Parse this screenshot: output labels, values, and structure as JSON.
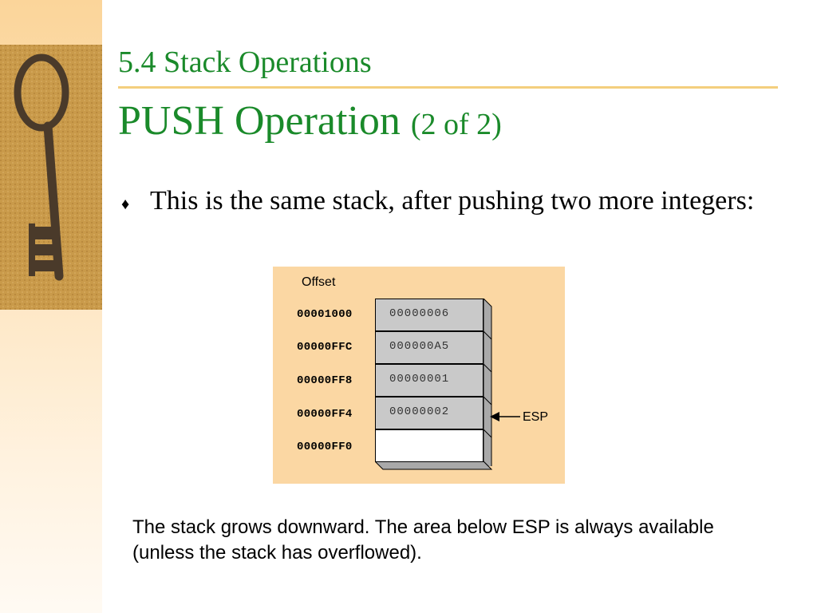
{
  "slide": {
    "subtitle": "5.4 Stack Operations",
    "title_main": "PUSH Operation",
    "title_part": "(2 of 2)",
    "bullet_mark": "♦",
    "bullet_text": "This is the same stack, after pushing two more integers:",
    "caption": "The stack grows downward. The area below ESP is always available (unless the stack has overflowed)."
  },
  "diagram": {
    "offset_header": "Offset",
    "rows": [
      {
        "offset": "00001000",
        "value": "00000006"
      },
      {
        "offset": "00000FFC",
        "value": "000000A5"
      },
      {
        "offset": "00000FF8",
        "value": "00000001"
      },
      {
        "offset": "00000FF4",
        "value": "00000002"
      },
      {
        "offset": "00000FF0",
        "value": ""
      }
    ],
    "pointer_label": "ESP"
  },
  "colors": {
    "title_green": "#1a8a2a",
    "rule": "#f4cf7e",
    "diagram_bg": "#fbd7a3",
    "cell_fill": "#c9c9c9"
  }
}
